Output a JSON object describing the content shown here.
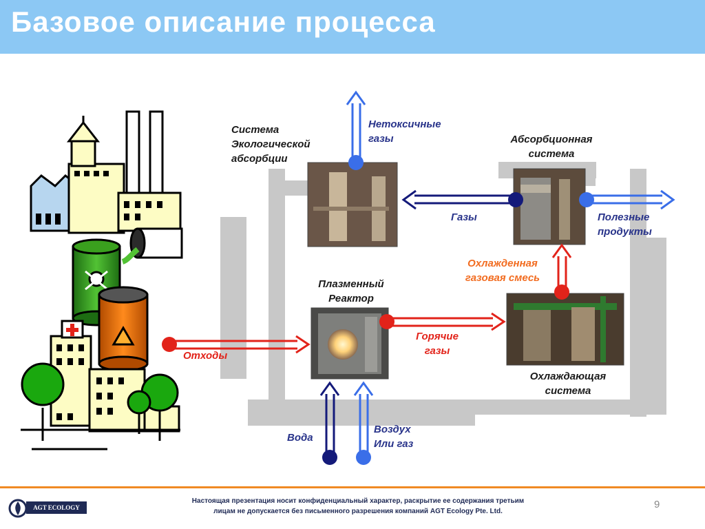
{
  "title": "Базовое описание процесса",
  "labels": {
    "ecological_absorption": [
      "Система",
      "Экологической",
      "абсорбции"
    ],
    "nontoxic_gases": [
      "Нетоксичные",
      "газы"
    ],
    "absorption_system": [
      "Абсорбционная",
      "система"
    ],
    "gases": "Газы",
    "useful_products": [
      "Полезные",
      "продукты"
    ],
    "cooled_gas_mix": [
      "Охлажденная",
      "газовая смесь"
    ],
    "plasma_reactor": [
      "Плазменный",
      "Реактор"
    ],
    "hot_gases": [
      "Горячие",
      "газы"
    ],
    "waste": "Отходы",
    "cooling_system": [
      "Охлаждающая",
      "система"
    ],
    "water": "Вода",
    "air_or_gas": [
      "Воздух",
      "Или газ"
    ]
  },
  "colors": {
    "title_bar": "#8cc8f4",
    "frame_gray": "#c8c8c8",
    "dark_blue": "#141a7a",
    "light_blue": "#3a6ee8",
    "red": "#e2231a",
    "orange": "#f26c20",
    "footer_line": "#f08a24"
  },
  "icons": [
    "factory-icon",
    "toxic-barrel-icon",
    "biohazard-barrel-icon",
    "hospital-icon",
    "tree-icon"
  ],
  "footer": {
    "logo_text": "AGT ECOLOGY",
    "disclaimer": [
      "Настоящая презентация носит конфиденциальный характер, раскрытие ее содержания третьим",
      "лицам не допускается без письменного разрешения компаний AGT Ecology Pte. Ltd."
    ],
    "page_number": "9"
  }
}
